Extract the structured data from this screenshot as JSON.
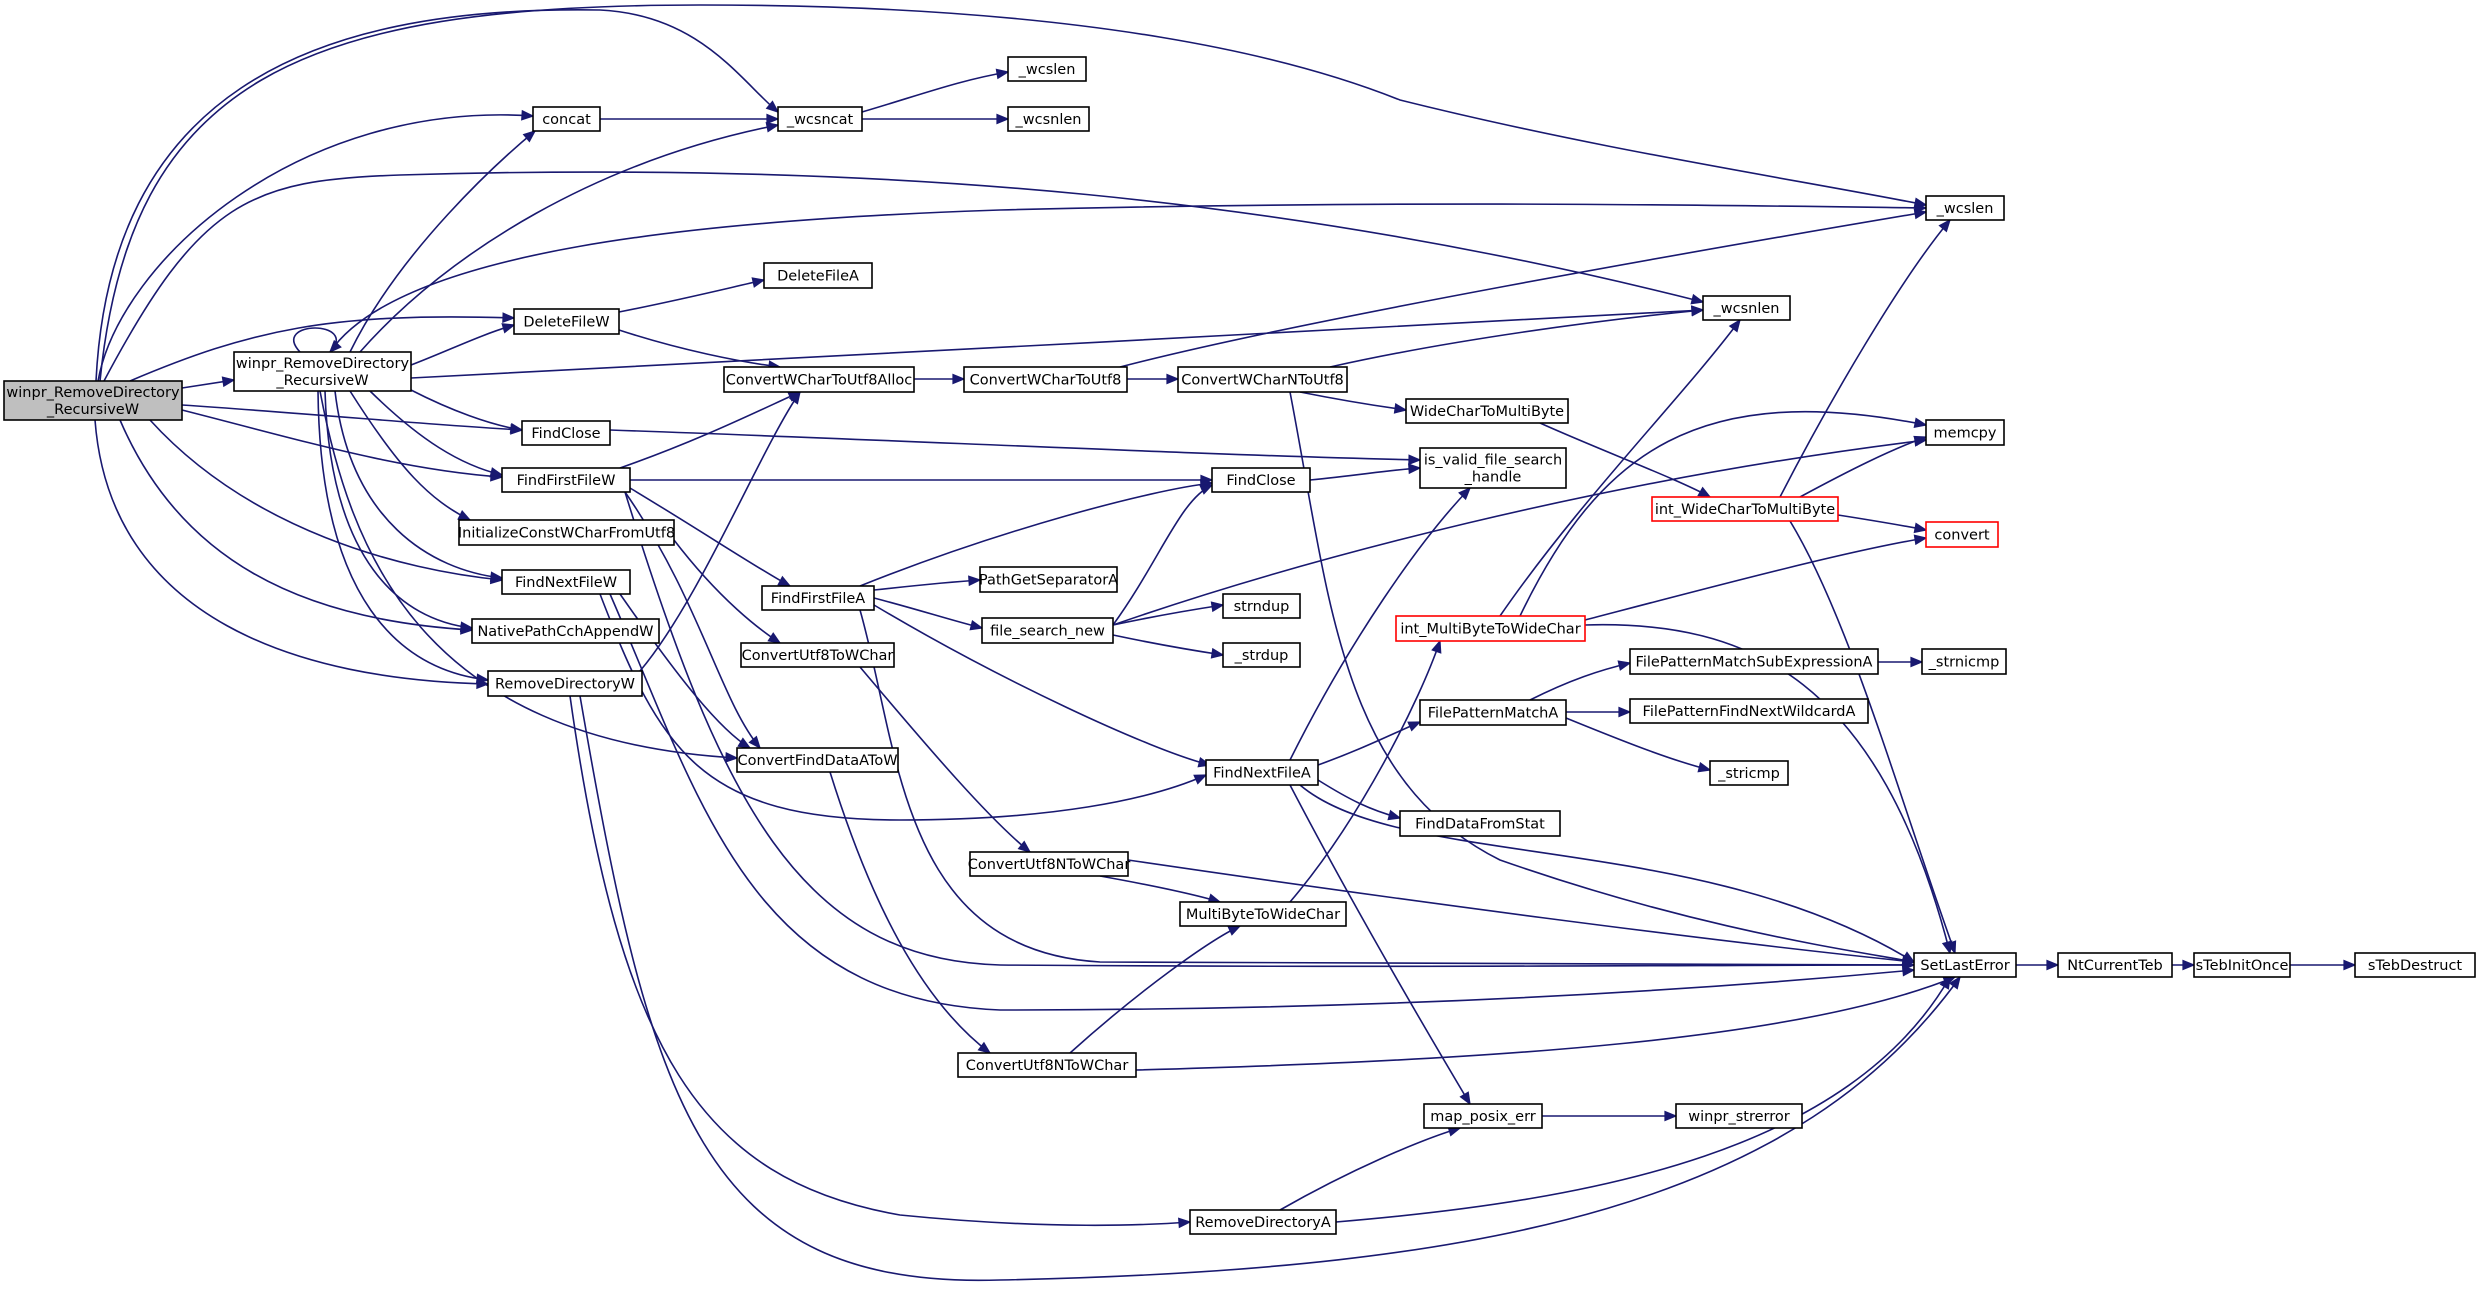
{
  "colors": {
    "edge": "#191970",
    "root_fill": "#bfbfbf",
    "node_border": "#000000",
    "truncated_border": "#ff0000"
  },
  "nodes": [
    {
      "id": "root",
      "label": [
        "winpr_RemoveDirectory",
        "_RecursiveW"
      ],
      "root": true
    },
    {
      "id": "rec",
      "label": [
        "winpr_RemoveDirectory",
        "_RecursiveW"
      ]
    },
    {
      "id": "concat",
      "label": [
        "concat"
      ]
    },
    {
      "id": "wcsncat",
      "label": [
        "_wcsncat"
      ]
    },
    {
      "id": "wcslen1",
      "label": [
        "_wcslen"
      ]
    },
    {
      "id": "wcsnlen1",
      "label": [
        "_wcsnlen"
      ]
    },
    {
      "id": "wcslen2",
      "label": [
        "_wcslen"
      ]
    },
    {
      "id": "deletefilea",
      "label": [
        "DeleteFileA"
      ]
    },
    {
      "id": "deletefilew",
      "label": [
        "DeleteFileW"
      ]
    },
    {
      "id": "wcsnlen2",
      "label": [
        "_wcsnlen"
      ]
    },
    {
      "id": "cwc2u8alloc",
      "label": [
        "ConvertWCharToUtf8Alloc"
      ]
    },
    {
      "id": "cwc2u8",
      "label": [
        "ConvertWCharToUtf8"
      ]
    },
    {
      "id": "cwcn2u8",
      "label": [
        "ConvertWCharNToUtf8"
      ]
    },
    {
      "id": "wc2mb",
      "label": [
        "WideCharToMultiByte"
      ]
    },
    {
      "id": "memcpy",
      "label": [
        "memcpy"
      ]
    },
    {
      "id": "findclose1",
      "label": [
        "FindClose"
      ]
    },
    {
      "id": "isvalid",
      "label": [
        "is_valid_file_search",
        "_handle"
      ]
    },
    {
      "id": "findfirstw",
      "label": [
        "FindFirstFileW"
      ]
    },
    {
      "id": "findclose2",
      "label": [
        "FindClose"
      ]
    },
    {
      "id": "intwc2mb",
      "label": [
        "int_WideCharToMultiByte"
      ],
      "truncated": true
    },
    {
      "id": "initconst",
      "label": [
        "InitializeConstWCharFromUtf8"
      ]
    },
    {
      "id": "convert",
      "label": [
        "convert"
      ],
      "truncated": true
    },
    {
      "id": "findnextw",
      "label": [
        "FindNextFileW"
      ]
    },
    {
      "id": "findfirsta",
      "label": [
        "FindFirstFileA"
      ]
    },
    {
      "id": "pathsep",
      "label": [
        "PathGetSeparatorA"
      ]
    },
    {
      "id": "strndup",
      "label": [
        "strndup"
      ]
    },
    {
      "id": "nativepath",
      "label": [
        "NativePathCchAppendW"
      ]
    },
    {
      "id": "filesearchnew",
      "label": [
        "file_search_new"
      ]
    },
    {
      "id": "intmb2wc",
      "label": [
        "int_MultiByteToWideChar"
      ],
      "truncated": true
    },
    {
      "id": "strdup",
      "label": [
        "_strdup"
      ]
    },
    {
      "id": "cu8towc",
      "label": [
        "ConvertUtf8ToWChar"
      ]
    },
    {
      "id": "fpmsub",
      "label": [
        "FilePatternMatchSubExpressionA"
      ]
    },
    {
      "id": "strnicmp",
      "label": [
        "_strnicmp"
      ]
    },
    {
      "id": "removedirw",
      "label": [
        "RemoveDirectoryW"
      ]
    },
    {
      "id": "fpmatch",
      "label": [
        "FilePatternMatchA"
      ]
    },
    {
      "id": "fpfindnext",
      "label": [
        "FilePatternFindNextWildcardA"
      ]
    },
    {
      "id": "cfd",
      "label": [
        "ConvertFindDataAToW"
      ]
    },
    {
      "id": "stricmp",
      "label": [
        "_stricmp"
      ]
    },
    {
      "id": "findnexta",
      "label": [
        "FindNextFileA"
      ]
    },
    {
      "id": "fdfromstat",
      "label": [
        "FindDataFromStat"
      ]
    },
    {
      "id": "cu8ntowc1",
      "label": [
        "ConvertUtf8NToWChar"
      ]
    },
    {
      "id": "mb2wc",
      "label": [
        "MultiByteToWideChar"
      ]
    },
    {
      "id": "setlasterror",
      "label": [
        "SetLastError"
      ]
    },
    {
      "id": "ntcurrentteb",
      "label": [
        "NtCurrentTeb"
      ]
    },
    {
      "id": "stebinit",
      "label": [
        "sTebInitOnce"
      ]
    },
    {
      "id": "stebdestruct",
      "label": [
        "sTebDestruct"
      ]
    },
    {
      "id": "cu8ntowc2",
      "label": [
        "ConvertUtf8NToWChar"
      ]
    },
    {
      "id": "mapposix",
      "label": [
        "map_posix_err"
      ]
    },
    {
      "id": "winprstrerror",
      "label": [
        "winpr_strerror"
      ]
    },
    {
      "id": "removedira",
      "label": [
        "RemoveDirectoryA"
      ]
    }
  ],
  "edges": [
    [
      "root",
      "rec"
    ],
    [
      "root",
      "concat"
    ],
    [
      "root",
      "wcsncat"
    ],
    [
      "root",
      "wcslen1"
    ],
    [
      "root",
      "wcsnlen2"
    ],
    [
      "root",
      "deletefilew"
    ],
    [
      "root",
      "findclose1"
    ],
    [
      "root",
      "findfirstw"
    ],
    [
      "root",
      "findnextw"
    ],
    [
      "root",
      "nativepath"
    ],
    [
      "root",
      "removedirw"
    ],
    [
      "rec",
      "rec"
    ],
    [
      "rec",
      "concat"
    ],
    [
      "rec",
      "wcsncat"
    ],
    [
      "rec",
      "wcslen2"
    ],
    [
      "rec",
      "wcsnlen2"
    ],
    [
      "rec",
      "deletefilew"
    ],
    [
      "rec",
      "findclose1"
    ],
    [
      "rec",
      "findfirstw"
    ],
    [
      "rec",
      "initconst"
    ],
    [
      "rec",
      "findnextw"
    ],
    [
      "rec",
      "nativepath"
    ],
    [
      "rec",
      "removedirw"
    ],
    [
      "rec",
      "cfd"
    ],
    [
      "concat",
      "wcsncat"
    ],
    [
      "wcsncat",
      "wcslen1"
    ],
    [
      "wcsncat",
      "wcsnlen1"
    ],
    [
      "deletefilew",
      "deletefilea"
    ],
    [
      "deletefilew",
      "cwc2u8alloc"
    ],
    [
      "cwc2u8alloc",
      "cwc2u8"
    ],
    [
      "cwc2u8",
      "cwcn2u8"
    ],
    [
      "cwc2u8",
      "wcslen2"
    ],
    [
      "cwcn2u8",
      "wcsnlen2"
    ],
    [
      "cwcn2u8",
      "wc2mb"
    ],
    [
      "cwcn2u8",
      "setlasterror"
    ],
    [
      "wc2mb",
      "intwc2mb"
    ],
    [
      "intwc2mb",
      "wcslen2"
    ],
    [
      "intwc2mb",
      "memcpy"
    ],
    [
      "intwc2mb",
      "convert"
    ],
    [
      "intwc2mb",
      "setlasterror"
    ],
    [
      "findclose1",
      "isvalid"
    ],
    [
      "findfirstw",
      "cwc2u8alloc"
    ],
    [
      "findfirstw",
      "findclose2"
    ],
    [
      "findfirstw",
      "findfirsta"
    ],
    [
      "findfirstw",
      "cfd"
    ],
    [
      "findfirstw",
      "setlasterror"
    ],
    [
      "findclose2",
      "isvalid"
    ],
    [
      "initconst",
      "cu8towc"
    ],
    [
      "findnextw",
      "cfd"
    ],
    [
      "findnextw",
      "findnexta"
    ],
    [
      "findnextw",
      "setlasterror"
    ],
    [
      "findfirsta",
      "pathsep"
    ],
    [
      "findfirsta",
      "filesearchnew"
    ],
    [
      "findfirsta",
      "findclose2"
    ],
    [
      "findfirsta",
      "findnexta"
    ],
    [
      "findfirsta",
      "setlasterror"
    ],
    [
      "filesearchnew",
      "strndup"
    ],
    [
      "filesearchnew",
      "strdup"
    ],
    [
      "filesearchnew",
      "memcpy"
    ],
    [
      "filesearchnew",
      "findclose2"
    ],
    [
      "intmb2wc",
      "wcsnlen2"
    ],
    [
      "intmb2wc",
      "memcpy"
    ],
    [
      "intmb2wc",
      "convert"
    ],
    [
      "intmb2wc",
      "setlasterror"
    ],
    [
      "cu8towc",
      "cu8ntowc1"
    ],
    [
      "cu8ntowc1",
      "mb2wc"
    ],
    [
      "cu8ntowc1",
      "setlasterror"
    ],
    [
      "mb2wc",
      "intmb2wc"
    ],
    [
      "removedirw",
      "cwc2u8alloc"
    ],
    [
      "removedirw",
      "removedira"
    ],
    [
      "removedirw",
      "setlasterror"
    ],
    [
      "fpmatch",
      "fpmsub"
    ],
    [
      "fpmatch",
      "fpfindnext"
    ],
    [
      "fpmatch",
      "stricmp"
    ],
    [
      "fpmsub",
      "strnicmp"
    ],
    [
      "cfd",
      "cu8ntowc2"
    ],
    [
      "cu8ntowc2",
      "mb2wc"
    ],
    [
      "cu8ntowc2",
      "setlasterror"
    ],
    [
      "findnexta",
      "fpmatch"
    ],
    [
      "findnexta",
      "fdfromstat"
    ],
    [
      "findnexta",
      "isvalid"
    ],
    [
      "findnexta",
      "mapposix"
    ],
    [
      "findnexta",
      "setlasterror"
    ],
    [
      "mapposix",
      "winprstrerror"
    ],
    [
      "removedira",
      "mapposix"
    ],
    [
      "removedira",
      "setlasterror"
    ],
    [
      "setlasterror",
      "ntcurrentteb"
    ],
    [
      "ntcurrentteb",
      "stebinit"
    ],
    [
      "stebinit",
      "stebdestruct"
    ]
  ]
}
